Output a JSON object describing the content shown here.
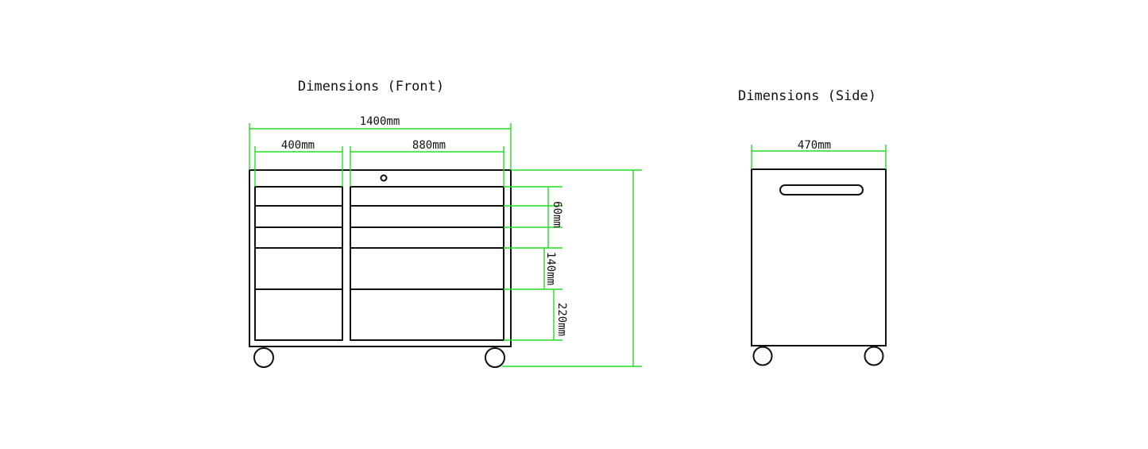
{
  "front": {
    "title": "Dimensions (Front)",
    "overall_width_label": "1400mm",
    "left_section_width_label": "400mm",
    "right_section_width_label": "880mm",
    "small_drawer_height_label": "60mm",
    "medium_drawer_height_label": "140mm",
    "large_drawer_height_label": "220mm"
  },
  "side": {
    "title": "Dimensions (Side)",
    "depth_label": "470mm"
  },
  "colors": {
    "outline": "#111111",
    "dimension_lines": "#22dd22",
    "background": "#ffffff"
  }
}
